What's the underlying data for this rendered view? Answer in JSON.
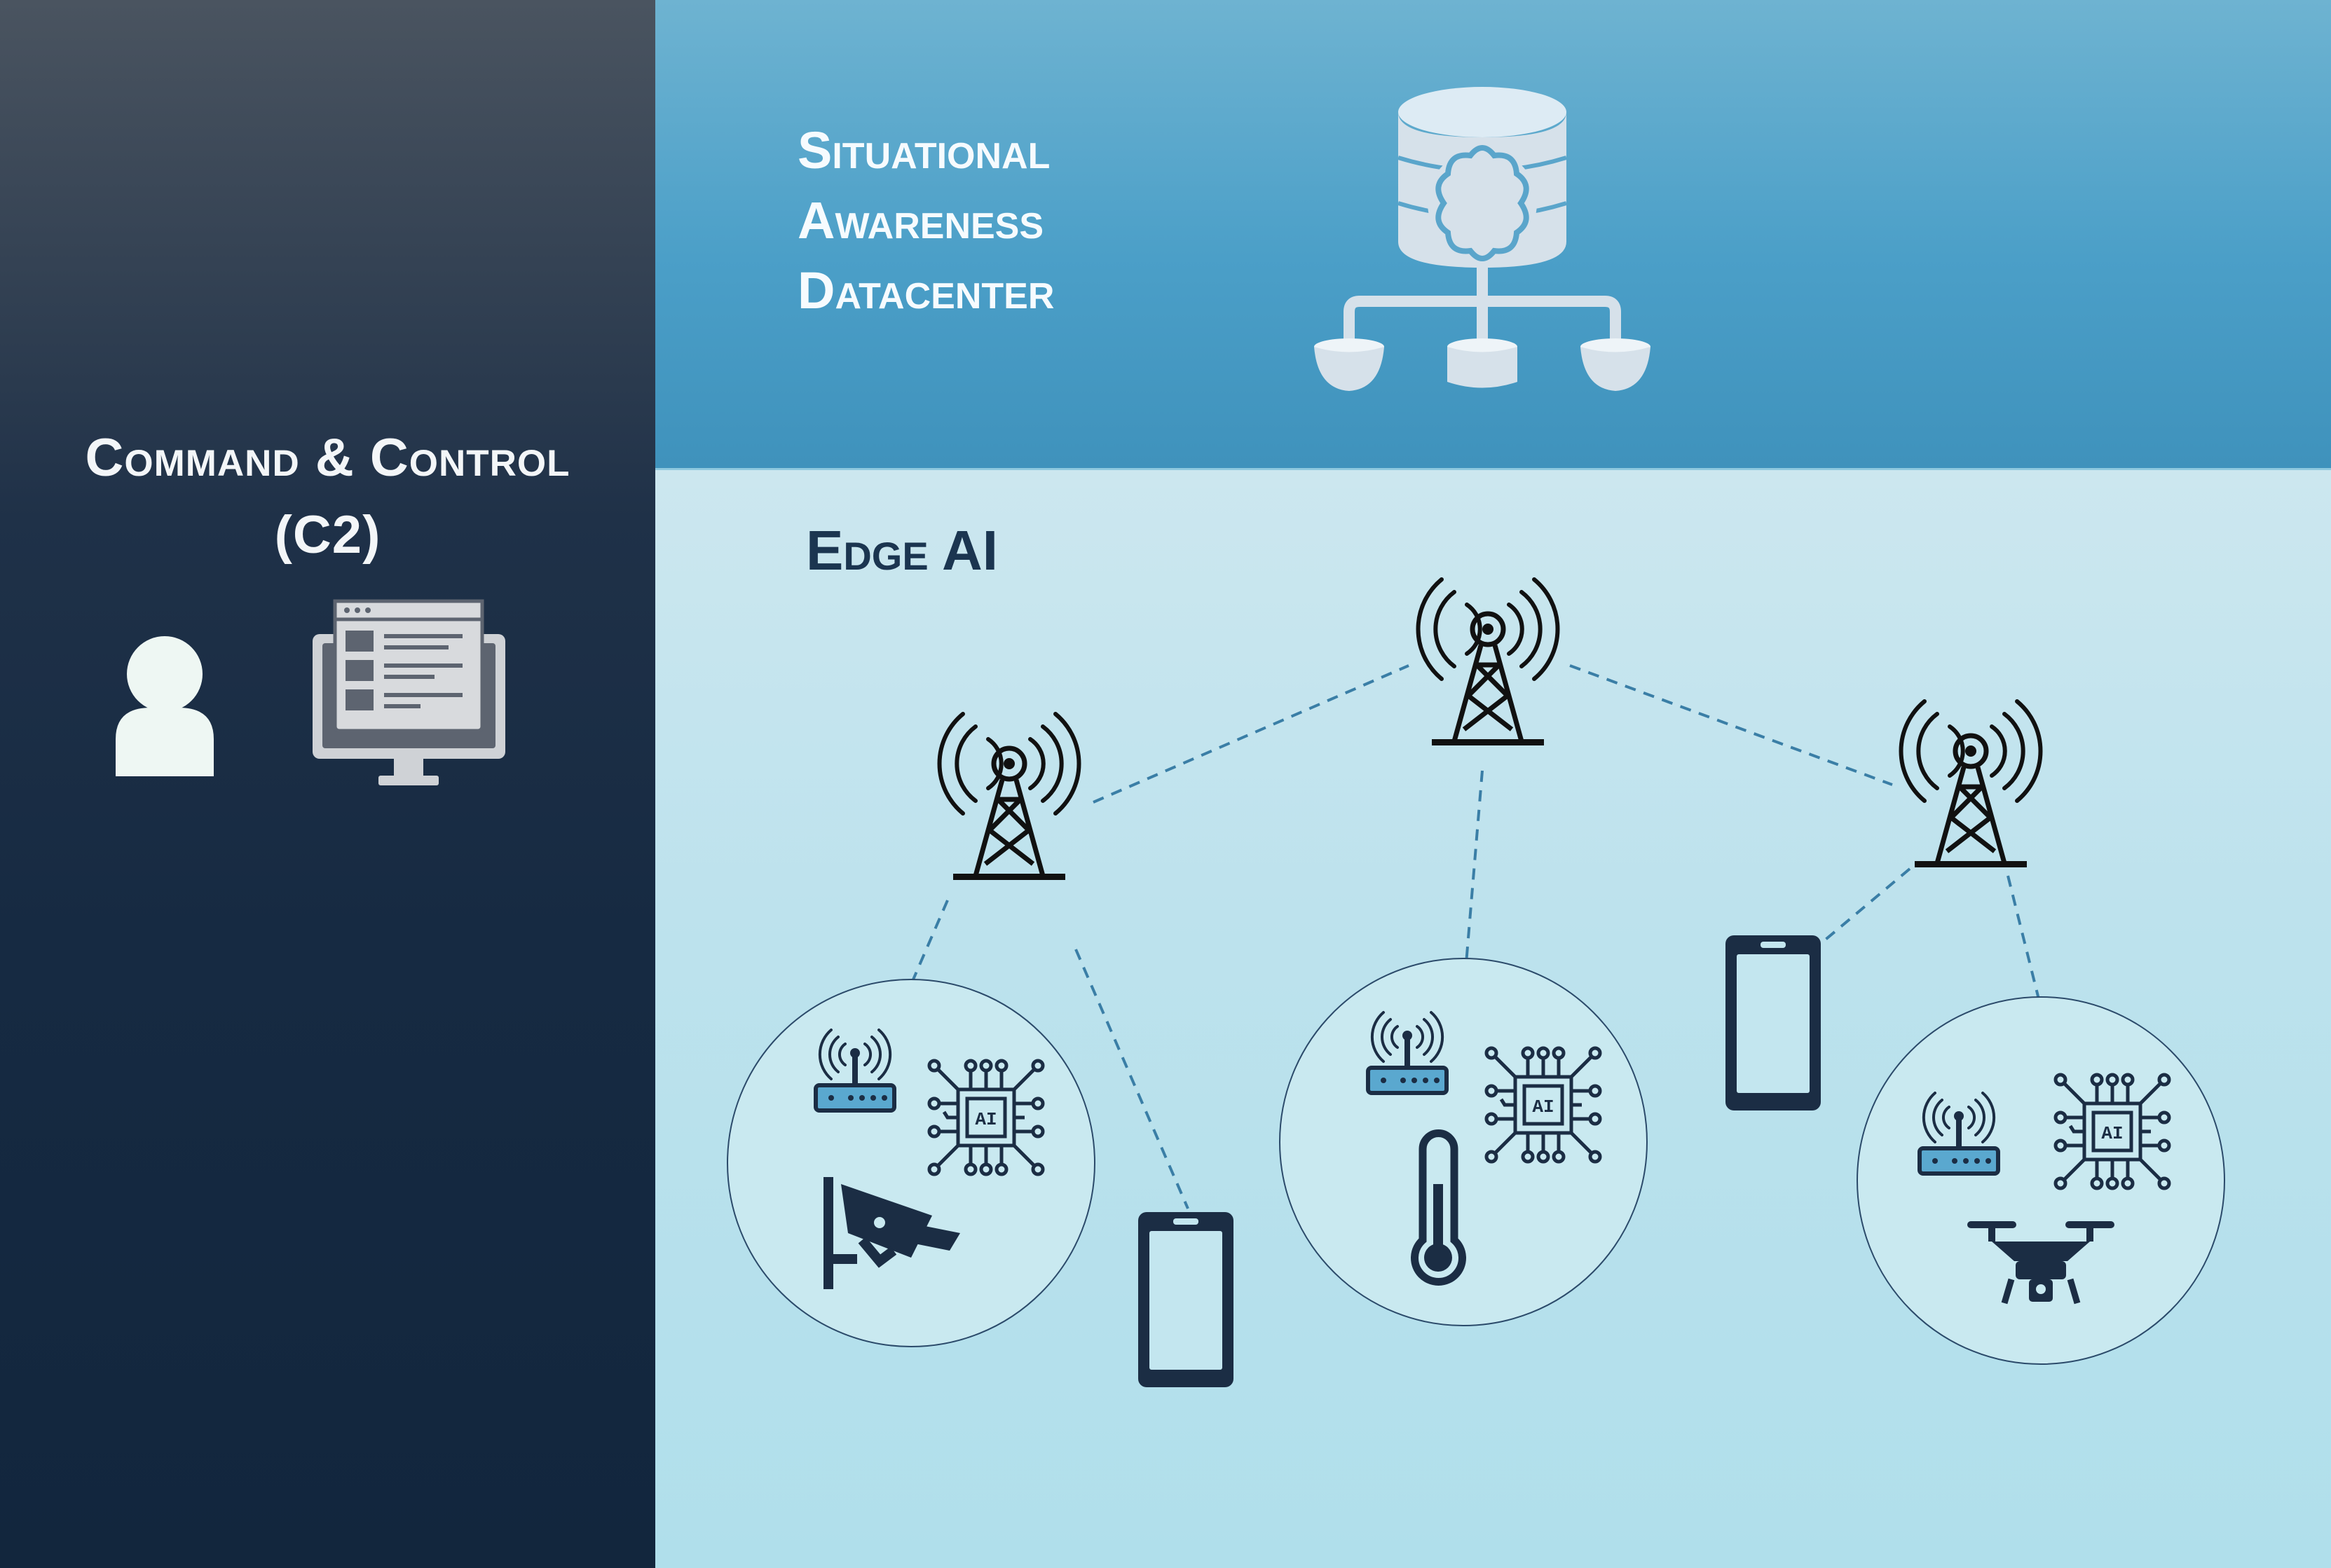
{
  "command_control": {
    "title": "Command & Control",
    "subtitle": "(C2)",
    "icons": [
      "person-icon",
      "monitor-dashboard-icon"
    ]
  },
  "datacenter": {
    "title_line1": "Situational",
    "title_line2": "Awareness",
    "title_line3": "Datacenter",
    "icon": "ai-database-hierarchy-icon"
  },
  "edge": {
    "title": "Edge AI",
    "towers": [
      "cell-tower-icon",
      "cell-tower-icon",
      "cell-tower-icon"
    ],
    "clusters": [
      {
        "icons": [
          "wifi-router-icon",
          "ai-chip-icon",
          "security-camera-icon"
        ]
      },
      {
        "icons": [
          "wifi-router-icon",
          "ai-chip-icon",
          "thermometer-icon"
        ]
      },
      {
        "icons": [
          "wifi-router-icon",
          "ai-chip-icon",
          "drone-icon"
        ]
      }
    ],
    "devices": [
      "smartphone-icon",
      "smartphone-icon"
    ]
  },
  "colors": {
    "left_panel": "#162a42",
    "top_panel": "#4b9fc8",
    "bottom_panel": "#bde2ed",
    "icon_dark": "#1b2d44",
    "router_accent": "#5aa8cf",
    "link_line": "#3a7ea6"
  }
}
